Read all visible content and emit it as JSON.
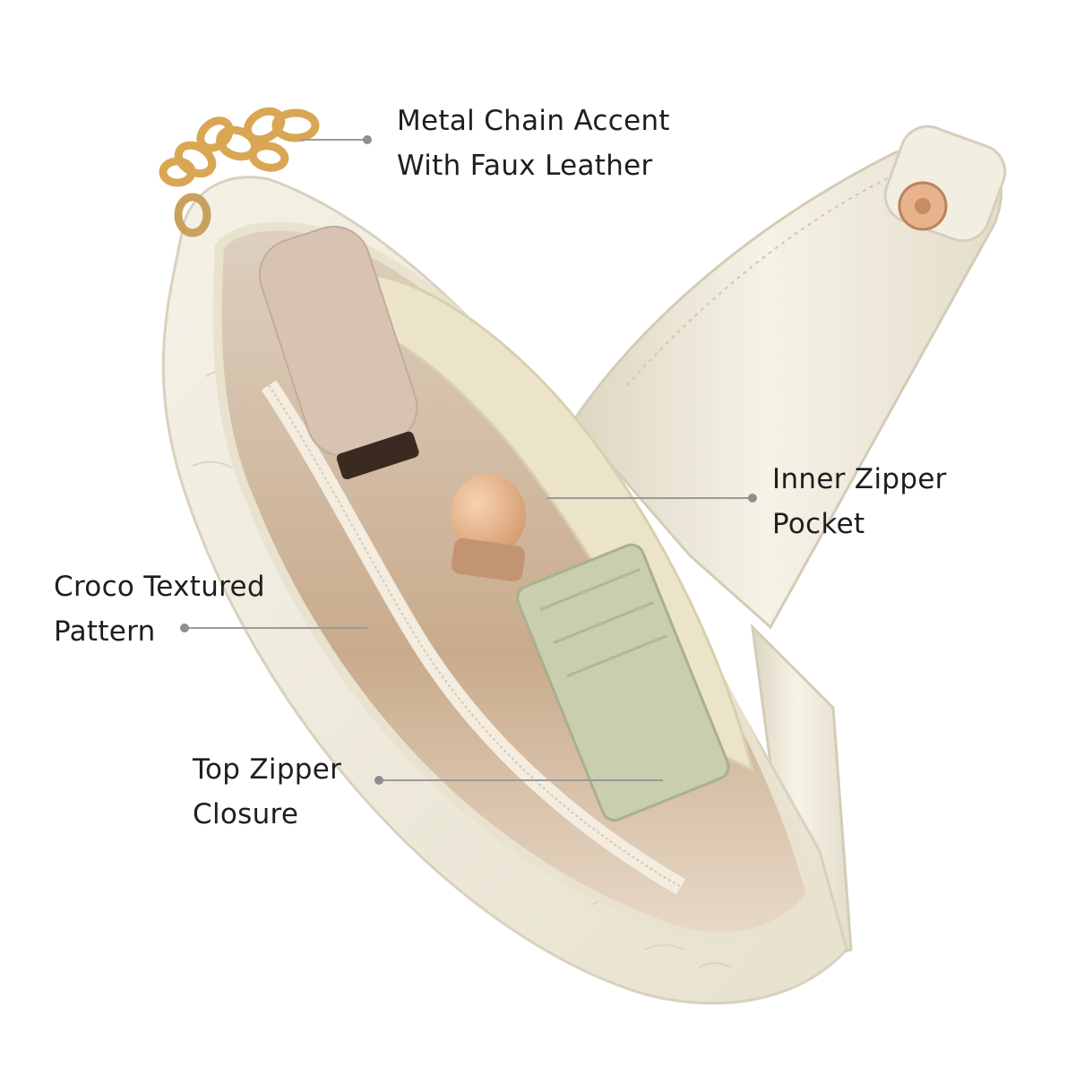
{
  "callouts": {
    "chain": {
      "line1": "Metal Chain Accent",
      "line2": "With Faux Leather"
    },
    "inner": {
      "line1": "Inner Zipper",
      "line2": "Pocket"
    },
    "croco": {
      "line1": "Croco Textured",
      "line2": "Pattern"
    },
    "zipper": {
      "line1": "Top Zipper",
      "line2": "Closure"
    }
  },
  "colors": {
    "bag": "#efeada",
    "lining": "#e9dccd",
    "gold": "#d9a654",
    "pocket": "#eae3c6",
    "wallet": "#c9cfb0",
    "leader": "#9a9a9a"
  }
}
